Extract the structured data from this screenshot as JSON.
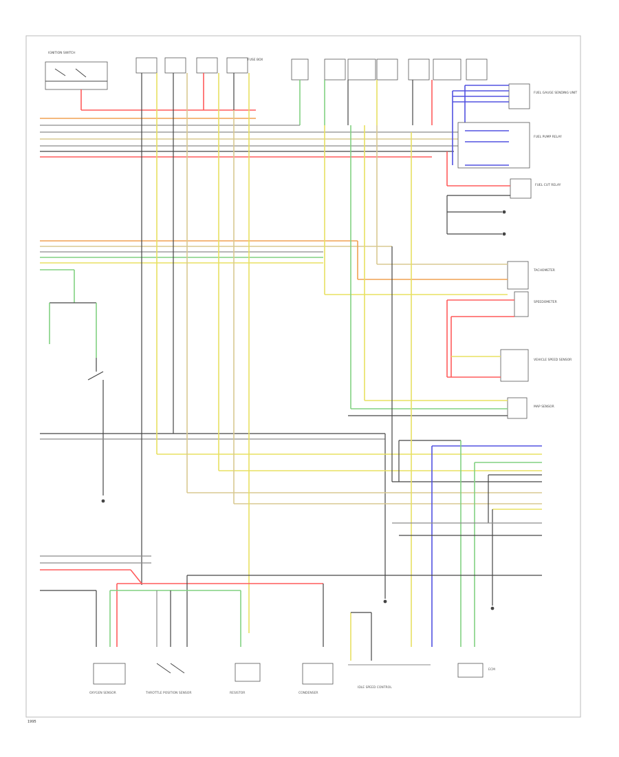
{
  "diagram": {
    "footer_code": "1995",
    "top_components": [
      {
        "id": "ignition",
        "label": "IGNITION SWITCH"
      },
      {
        "id": "fuse_box",
        "label": "FUSE BOX"
      }
    ],
    "right_components": [
      {
        "id": "fuel_gauge",
        "label": "FUEL GAUGE SENDING UNIT"
      },
      {
        "id": "fuel_pump",
        "label": "FUEL PUMP RELAY"
      },
      {
        "id": "fuel_cut",
        "label": "FUEL CUT RELAY"
      },
      {
        "id": "tach",
        "label": "TACHOMETER"
      },
      {
        "id": "speedo",
        "label": "SPEEDOMETER"
      },
      {
        "id": "vss",
        "label": "VEHICLE SPEED SENSOR"
      },
      {
        "id": "map",
        "label": "MAP SENSOR"
      }
    ],
    "bottom_components": [
      {
        "id": "c1",
        "label": "OXYGEN SENSOR"
      },
      {
        "id": "c2",
        "label": "THROTTLE POSITION SENSOR"
      },
      {
        "id": "c3",
        "label": "RESISTOR"
      },
      {
        "id": "c4",
        "label": "CONDENSER"
      },
      {
        "id": "c5",
        "label": "IDLE SPEED CONTROL"
      },
      {
        "id": "c6",
        "label": "ECM"
      }
    ],
    "wire_colors": {
      "orange": "#f0a050",
      "red": "#ff5a5a",
      "yellow": "#e8e060",
      "green": "#80d080",
      "blue": "#5050e0",
      "tan": "#d8c890",
      "black": "#444444",
      "gray": "#8a8a8a"
    }
  }
}
